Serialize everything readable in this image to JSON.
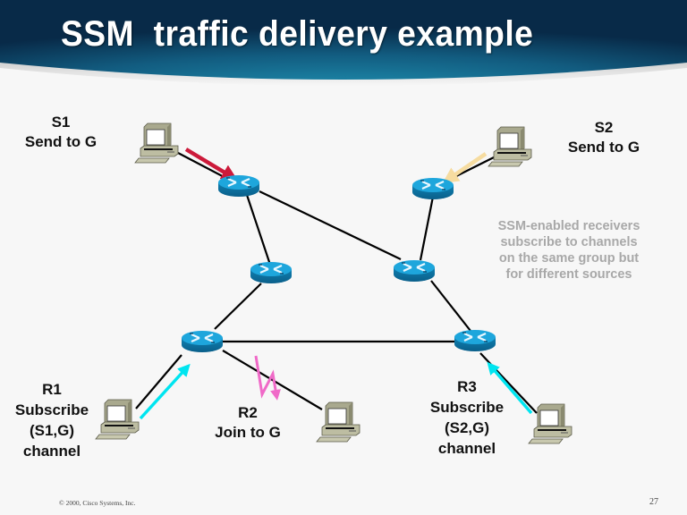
{
  "slide": {
    "title": "SSM  traffic delivery example",
    "page_number": "27",
    "copyright": "© 2000, Cisco Systems, Inc.",
    "colors": {
      "banner_dark": "#0b2f4e",
      "banner_light": "#1a7a9c",
      "background": "#f7f7f7",
      "link": "#000000",
      "s1_flow": "#cc1a3a",
      "s2_flow": "#f6dca0",
      "subscribe_flow": "#00e5f0",
      "join_flow": "#f06ac8",
      "router": "#1a9fd0",
      "note_text": "#a8a8a8"
    }
  },
  "hosts": {
    "s1": {
      "name": "S1",
      "lines": [
        "S1",
        "Send to G"
      ]
    },
    "s2": {
      "name": "S2",
      "lines": [
        "S2",
        "Send to G"
      ]
    },
    "r1": {
      "name": "R1",
      "lines": [
        "R1",
        "Subscribe",
        "(S1,G)",
        "channel"
      ]
    },
    "r2": {
      "name": "R2",
      "lines": [
        "R2",
        "Join to G"
      ]
    },
    "r3": {
      "name": "R3",
      "lines": [
        "R3",
        "Subscribe",
        "(S2,G)",
        "channel"
      ]
    }
  },
  "note": {
    "lines": [
      "SSM-enabled receivers",
      "subscribe to channels",
      "on the same group but",
      "for different sources"
    ]
  },
  "topology": {
    "routers": [
      "router-s1-edge",
      "router-s2-edge",
      "router-core-left",
      "router-core-right",
      "router-r1-edge",
      "router-r3-edge"
    ],
    "links": [
      [
        "host-s1",
        "router-s1-edge"
      ],
      [
        "host-s2",
        "router-s2-edge"
      ],
      [
        "router-s1-edge",
        "router-core-left"
      ],
      [
        "router-s1-edge",
        "router-core-right"
      ],
      [
        "router-s2-edge",
        "router-core-right"
      ],
      [
        "router-core-left",
        "router-r1-edge"
      ],
      [
        "router-core-right",
        "router-r3-edge"
      ],
      [
        "router-r1-edge",
        "router-r3-edge"
      ],
      [
        "router-r1-edge",
        "host-r1"
      ],
      [
        "router-r1-edge",
        "host-r2"
      ],
      [
        "router-r3-edge",
        "host-r3"
      ]
    ],
    "flows": [
      {
        "name": "s1-traffic",
        "from": "host-s1",
        "to": "router-s1-edge",
        "color": "#cc1a3a"
      },
      {
        "name": "s2-traffic",
        "from": "host-s2",
        "to": "router-s2-edge",
        "color": "#f6dca0"
      },
      {
        "name": "r1-subscribe",
        "from": "host-r1",
        "to": "router-r1-edge",
        "color": "#00e5f0"
      },
      {
        "name": "r3-subscribe",
        "from": "host-r3",
        "to": "router-r3-edge",
        "color": "#00e5f0"
      },
      {
        "name": "r2-join-blocked",
        "from": "router-r1-edge",
        "to": "host-r2",
        "color": "#f06ac8",
        "style": "lightning"
      }
    ]
  }
}
